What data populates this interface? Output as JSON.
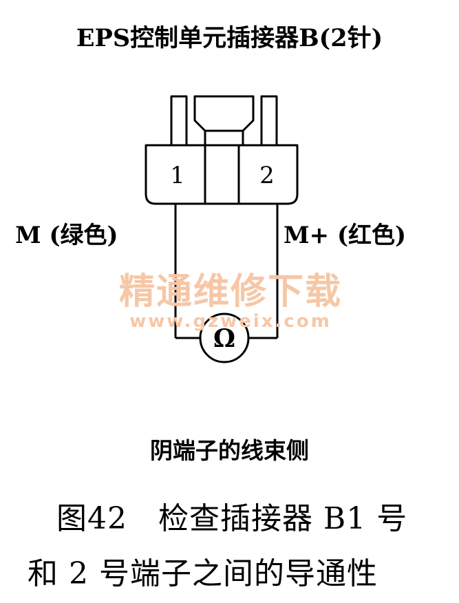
{
  "title": "EPS控制单元插接器B(2针)",
  "connector": {
    "pin1_label": "1",
    "pin2_label": "2"
  },
  "wires": {
    "left_label": "M (绿色)",
    "right_label": "M+ (红色)"
  },
  "meter_symbol": "Ω",
  "watermark": {
    "text": "精通维修下载",
    "url": "www.gzweix.com",
    "color": "#f6c7a6"
  },
  "subtitle": "阴端子的线束侧",
  "caption": {
    "line1": "图42   检查插接器 B1 号",
    "line2": "和 2 号端子之间的导通性"
  }
}
